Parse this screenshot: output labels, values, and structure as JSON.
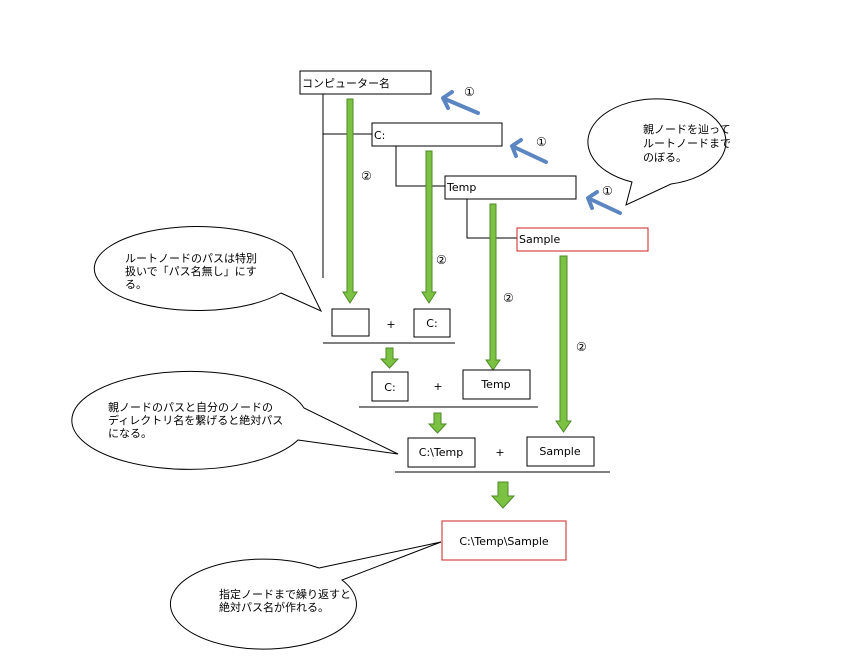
{
  "tree": {
    "computer": "コンピューター名",
    "drive": "C:",
    "temp": "Temp",
    "sample": "Sample"
  },
  "markers": {
    "up": "①",
    "down": "②"
  },
  "operators": {
    "plus": "+"
  },
  "composition": {
    "row1_left": "",
    "row1_right": "C:",
    "row2_left": "C:",
    "row2_right": "Temp",
    "row3_left": "C:\\Temp",
    "row3_right": "Sample",
    "result": "C:\\Temp\\Sample"
  },
  "callouts": {
    "climb": [
      "親ノードを辿って",
      "ルートノードまで",
      "のぼる。"
    ],
    "root": [
      "ルートノードのパスは特別",
      "扱いで「パス名無し」にす",
      "る。"
    ],
    "combine": [
      "親ノードのパスと自分のノードの",
      "ディレクトリ名を繋げると絶対パス",
      "になる。"
    ],
    "repeat": [
      "指定ノードまで繰り返すと",
      "絶対パス名が作れる。"
    ]
  },
  "colors": {
    "green_fill": "#7cc242",
    "green_stroke": "#4e8a26",
    "blue_arrow": "#5b86c2",
    "red_box": "#cc2020",
    "line": "#000000"
  }
}
